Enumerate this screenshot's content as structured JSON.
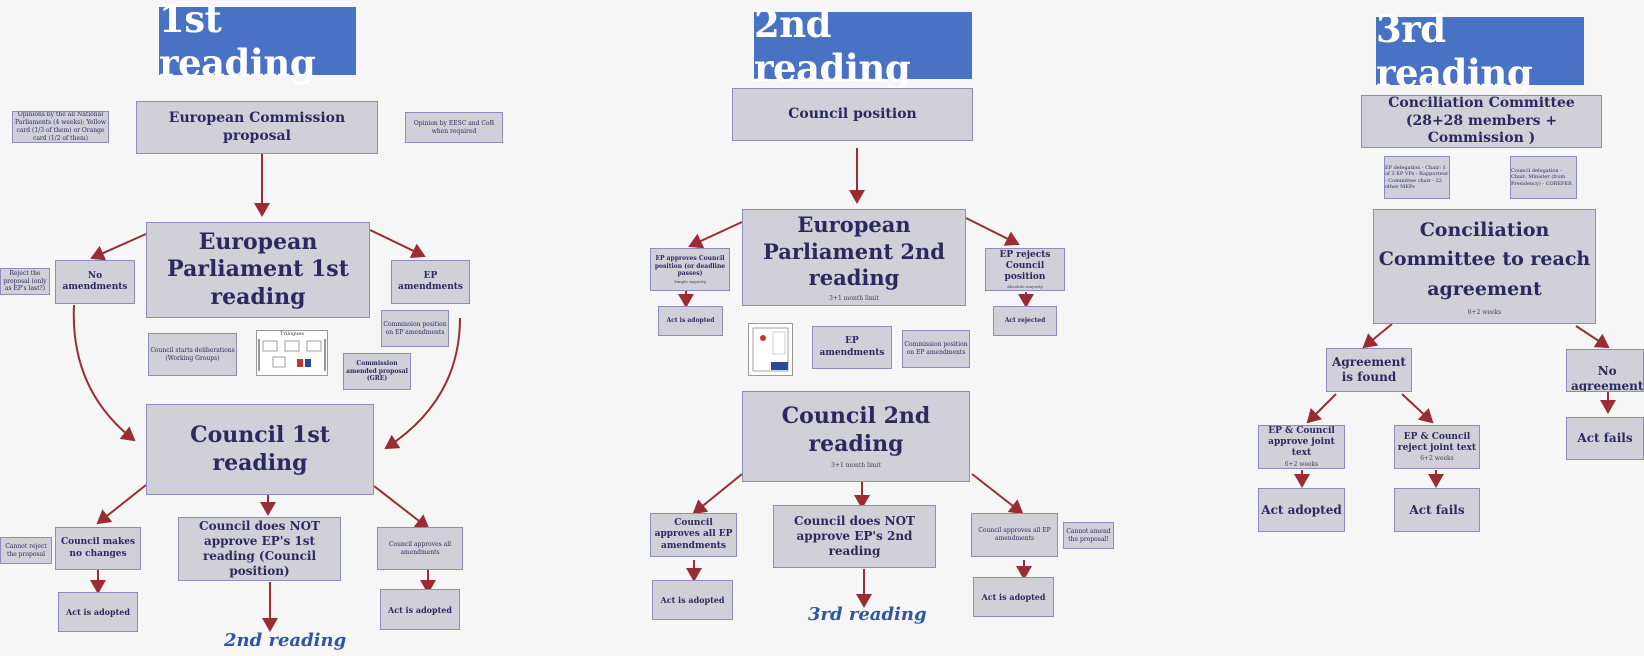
{
  "headers": {
    "first": "1st reading",
    "second": "2nd reading",
    "third": "3rd reading"
  },
  "first": {
    "opinion_np": "Opinions by the all National Parliaments (4 weeks): Yellow card (1/3 of them) or Orange card (1/2 of them)",
    "commission_proposal": "European Commission proposal",
    "opinion_eesc": "Opinion by EESC and CoR when required",
    "ep_reading": "European Parliament 1st reading",
    "no_amendments": "No amendments",
    "ep_amendments": "EP amendments",
    "reject_proposal": "Reject the proposal (only as EP's last?)",
    "council_deliberations": "Council starts deliberations (Working Groups)",
    "trilogues": "Trilogues",
    "commission_position": "Commission position on EP amendments",
    "amended_proposal": "Commission amended proposal (GRE)",
    "council_reading": "Council 1st reading",
    "cannot_reject": "Cannot reject the proposal",
    "no_changes": "Council makes no changes",
    "not_approve": "Council does NOT approve EP's 1st reading (Council position)",
    "approves_all": "Council approves all amendments",
    "act_adopted_1": "Act is adopted",
    "act_adopted_2": "Act is adopted",
    "next": "2nd reading"
  },
  "second": {
    "council_position": "Council position",
    "ep_approves": "EP approves Council position (or deadline passes)",
    "ep_approves_sub": "Simple majority",
    "ep_reading": "European Parliament 2nd reading",
    "ep_reading_sub": "3+1 month limit",
    "ep_rejects": "EP rejects Council position",
    "ep_rejects_sub": "Absolute majority",
    "act_adopted": "Act is adopted",
    "act_rejected": "Act rejected",
    "ep_amendments": "EP amendments",
    "commission_position": "Commission position on EP amendments",
    "council_reading": "Council 2nd reading",
    "council_reading_sub": "3+1 month limit",
    "approves_all_left": "Council approves all EP amendments",
    "not_approve": "Council does NOT approve EP's 2nd reading",
    "approves_all_right": "Council approves all EP amendments",
    "cannot_amend": "Cannot amend the proposal!",
    "act_adopted_left": "Act is adopted",
    "act_adopted_right": "Act is adopted",
    "next": "3rd reading"
  },
  "third": {
    "committee_title": "Conciliation Committee",
    "committee_members": "(28+28 members + Commission )",
    "ep_delegation": "EP delegation - Chair: 1 of 3 EP VPs - Rapporteur - Committee chair - 22 other MEPs",
    "council_delegation": "Council delegation - Chair: Minister (from Presidency) - COREPER",
    "reach_agreement": "Conciliation Committee to reach agreement",
    "reach_agreement_sub": "6+2 weeks",
    "agreement_found": "Agreement is found",
    "no_agreement": "No agreement",
    "approve_joint": "EP & Council approve joint text",
    "approve_joint_sub": "6+2 weeks",
    "reject_joint": "EP & Council reject joint text",
    "reject_joint_sub": "6+2 weeks",
    "act_adopted": "Act adopted",
    "act_fails_mid": "Act fails",
    "act_fails_right": "Act fails"
  },
  "colors": {
    "header_bg": "#4a72c4",
    "box_bg": "#d1cfd8",
    "box_border": "#8e8cbc",
    "arrow": "#9b2c34",
    "text": "#2b2a5e"
  }
}
